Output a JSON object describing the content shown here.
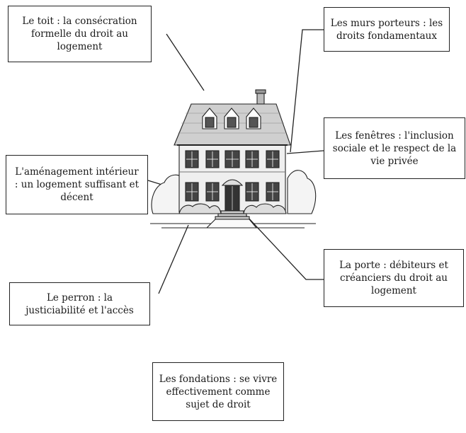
{
  "boxes": {
    "toit": "Le toit : la consécration formelle du droit au logement",
    "murs": "Les murs porteurs : les droits fondamentaux",
    "amenagement": "L'aménagement intérieur : un logement suffisant et décent",
    "fenetres": "Les fenêtres : l'inclusion sociale et le respect de la vie privée",
    "porte": "La porte : débiteurs et créanciers du droit au logement",
    "perron": "Le perron : la justiciabilité et l'accès",
    "fondations": "Les fondations : se vivre effectivement comme sujet de droit"
  },
  "illustration": {
    "icon": "house-illustration"
  }
}
